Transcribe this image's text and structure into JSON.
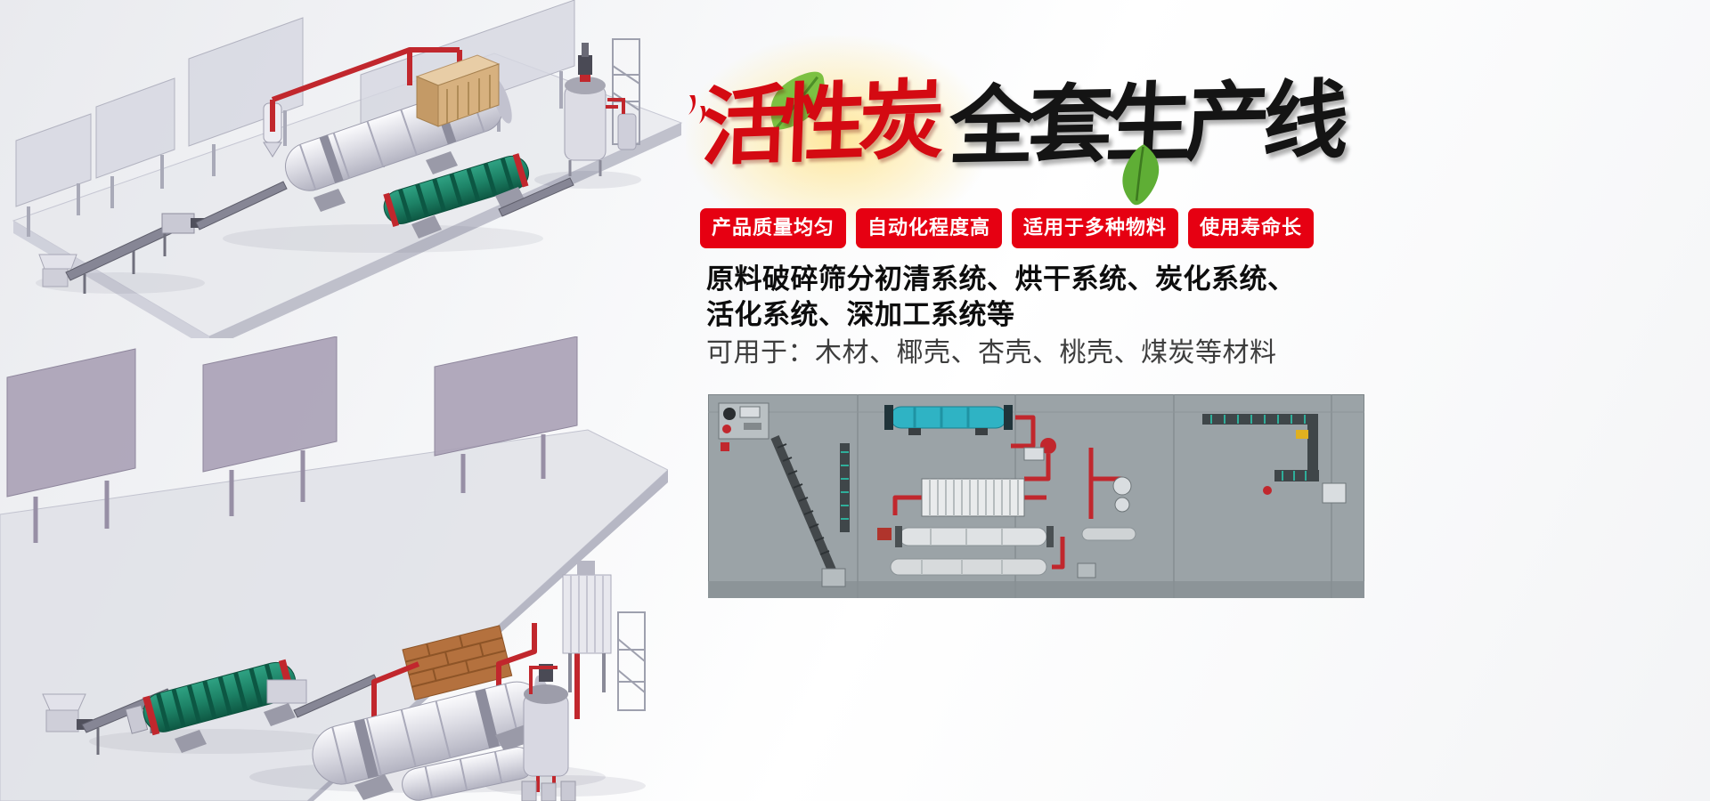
{
  "title": {
    "red": "活性炭",
    "black": "全套生产线"
  },
  "badges": [
    {
      "label": "产品质量均匀"
    },
    {
      "label": "自动化程度高"
    },
    {
      "label": "适用于多种物料"
    },
    {
      "label": "使用寿命长"
    }
  ],
  "description": {
    "line1": "原料破碎筛分初清系统、烘干系统、炭化系统、",
    "line2": "活化系统、深加工系统等",
    "applications": "可用于：木材、椰壳、杏壳、桃壳、煤炭等材料"
  },
  "colors": {
    "badge_red": "#e60012",
    "title_red": "#d40a12",
    "title_black": "#141414",
    "leaf_green": "#6fb93c",
    "pipe_red": "#c1272d",
    "drum_green": "#1d8266",
    "panel_purple": "#aaa2b6",
    "schematic_bg": "#9ba3a7"
  },
  "illustrations": {
    "top_render": "3d-render-production-line-top",
    "bottom_render": "3d-render-production-line-bottom",
    "schematic": "production-line-plan-schematic"
  }
}
